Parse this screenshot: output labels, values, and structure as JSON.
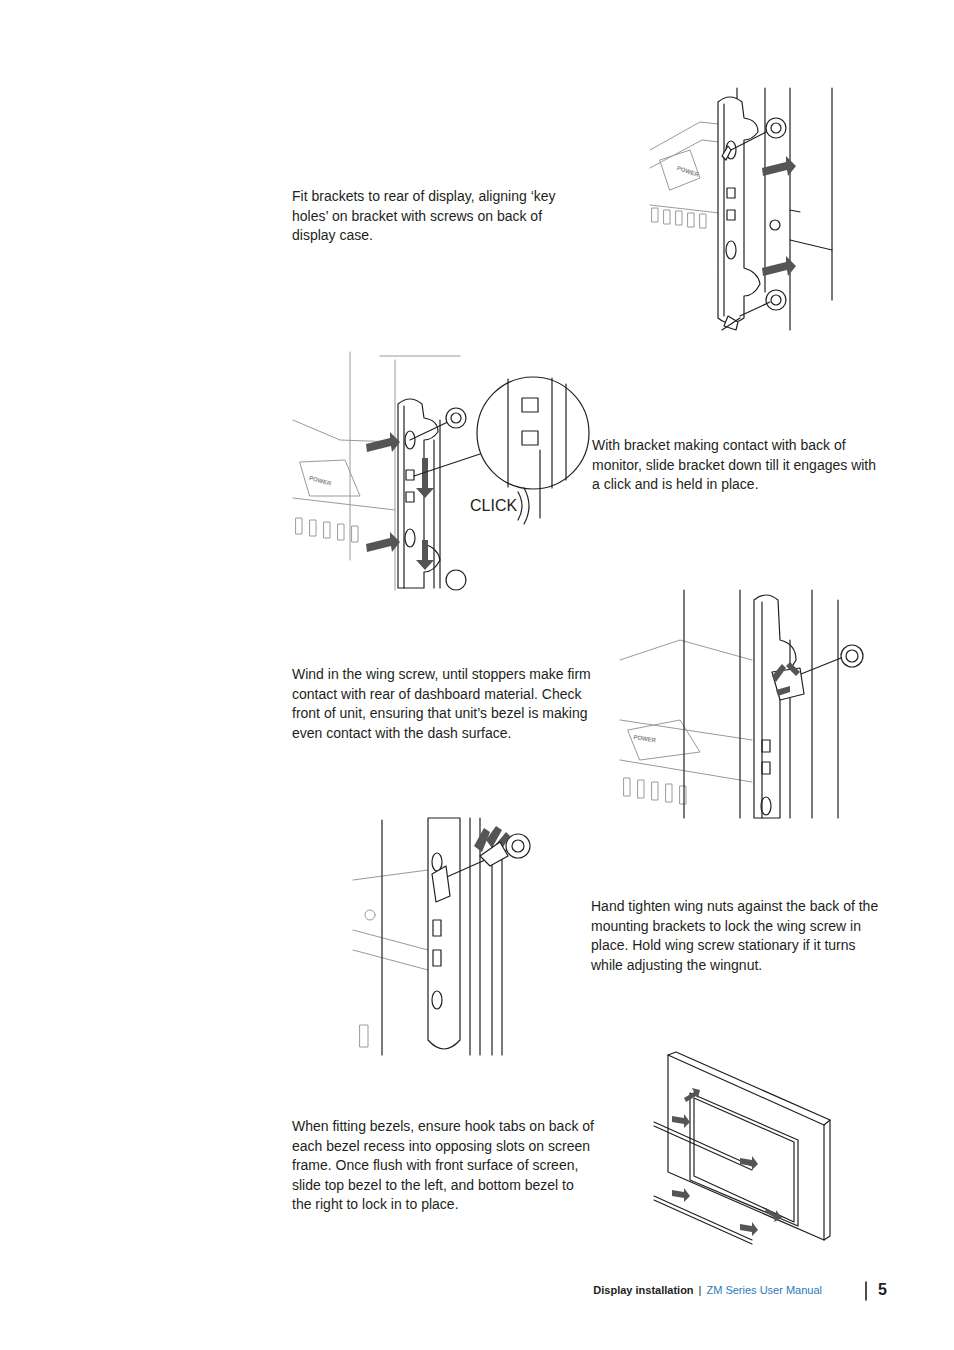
{
  "diagram": {
    "labels": [
      "Fit brackets to rear of display, aligning ‘key holes’ on bracket with screws on back of display case.",
      "POWER",
      "POWER",
      "CLICK",
      "With bracket making contact with back of monitor, slide bracket down till it engages with a click and is held in place.",
      "Wind in the wing screw, until stoppers make firm contact with rear of dashboard material. Check front of unit, ensuring that unit’s bezel is making even contact with the dash surface.",
      "POWER",
      "Hand tighten wing nuts against the back of the mounting brackets to lock the wing screw in place. Hold wing screw stationary if it turns while adjusting the wingnut.",
      "When fitting bezels, ensure hook tabs on back of each bezel recess into opposing slots on screen frame. Once flush with front surface of screen, slide top bezel to the left, and bottom bezel to the right to lock in to place.",
      "Display installation",
      "|",
      "ZM Series User Manual",
      "5"
    ]
  }
}
